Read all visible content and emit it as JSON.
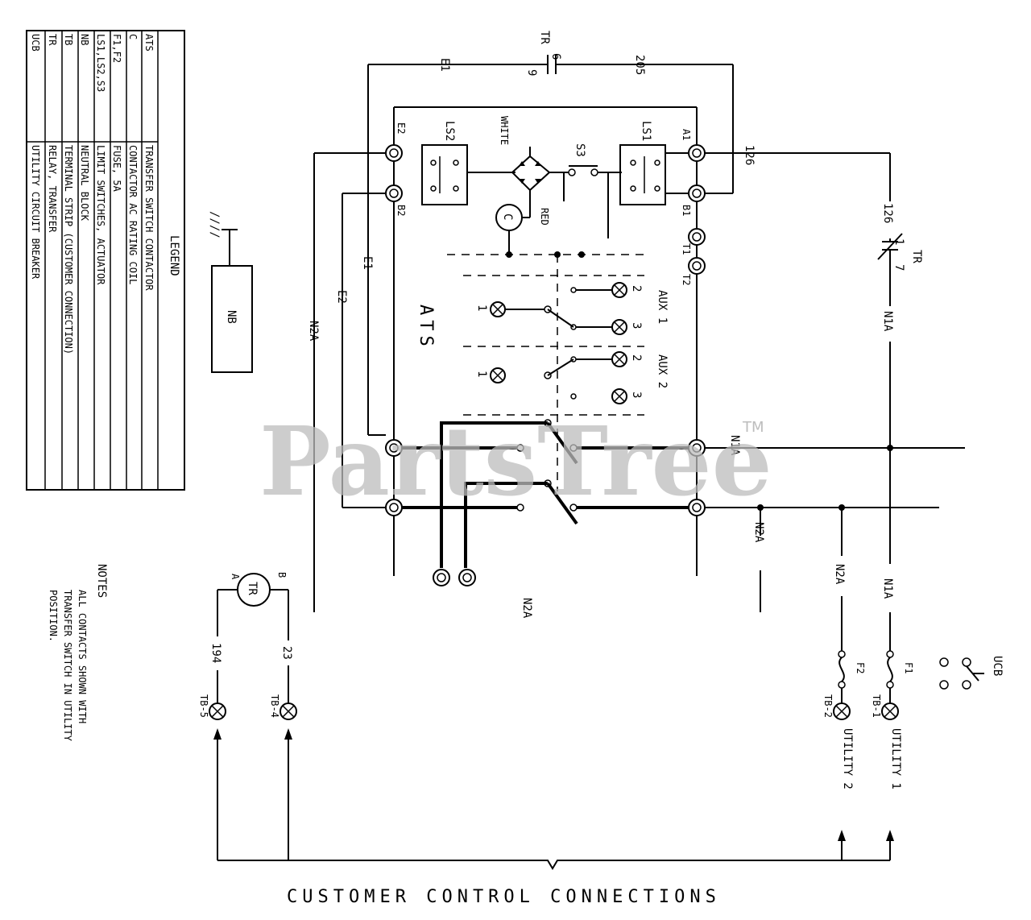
{
  "legend": {
    "rows": [
      {
        "abbr": "ATS",
        "desc": "TRANSFER SWITCH CONTACTOR"
      },
      {
        "abbr": "C",
        "desc": "CONTACTOR AC RATING COIL"
      },
      {
        "abbr": "F1,F2",
        "desc": "FUSE, 5A"
      },
      {
        "abbr": "LS1,LS2,S3",
        "desc": "LIMIT SWITCHES, ACTUATOR"
      },
      {
        "abbr": "NB",
        "desc": "NEUTRAL BLOCK"
      },
      {
        "abbr": "TB",
        "desc": "TERMINAL STRIP (CUSTOMER CONNECTION)"
      },
      {
        "abbr": "TR",
        "desc": "RELAY, TRANSFER"
      },
      {
        "abbr": "UCB",
        "desc": "UTILITY CIRCUIT BREAKER"
      }
    ],
    "header": "LEGEND"
  },
  "neutral_block": "NB",
  "ground_mark": "////",
  "ats_label": "ATS",
  "relay_top": {
    "name": "TR",
    "pin_a": "6",
    "pin_b": "9"
  },
  "relay_right": {
    "name": "TR",
    "pin_a": "1",
    "pin_b": "7"
  },
  "terminals": {
    "e2": "E2",
    "b2": "B2",
    "a1": "A1",
    "b1": "B1",
    "t1": "T1",
    "t2": "T2"
  },
  "components": {
    "ls1": "LS1",
    "ls2": "LS2",
    "s3": "S3",
    "white": "WHITE",
    "red": "RED",
    "coil": "C"
  },
  "aux": {
    "aux1": {
      "name": "AUX 1",
      "pin1": "1",
      "pin2": "2",
      "pin3": "3"
    },
    "aux2": {
      "name": "AUX 2",
      "pin1": "1",
      "pin2": "2",
      "pin3": "3"
    }
  },
  "wires": {
    "e1_top": "E1",
    "w205": "205",
    "w126_a": "126",
    "w126_b": "126",
    "e1_side": "E1",
    "e2_side": "E2",
    "n2a_left": "N2A",
    "n1a_a": "N1A",
    "n1a_b": "N1A",
    "n1a_c": "N1A",
    "n2a_a": "N2A",
    "n2a_b": "N2A",
    "n2a_c": "N2A",
    "w194": "194",
    "w23": "23"
  },
  "fuses": {
    "f1": "F1",
    "f2": "F2"
  },
  "ucb": "UCB",
  "meter": {
    "sym": "TR",
    "a": "A",
    "b": "B"
  },
  "tb_labels": {
    "tb5": "TB-5",
    "tb4": "TB-4",
    "tb2": "TB-2",
    "tb1": "TB-1"
  },
  "utility": {
    "u1": "UTILITY 1",
    "u2": "UTILITY 2"
  },
  "notes": {
    "title": "NOTES",
    "lines": [
      "ALL CONTACTS SHOWN WITH",
      "TRANSFER SWITCH IN UTILITY",
      "POSITION."
    ]
  },
  "customer_label": "CUSTOMER CONTROL CONNECTIONS",
  "watermark": {
    "text": "PartsTree",
    "tm": "TM"
  }
}
